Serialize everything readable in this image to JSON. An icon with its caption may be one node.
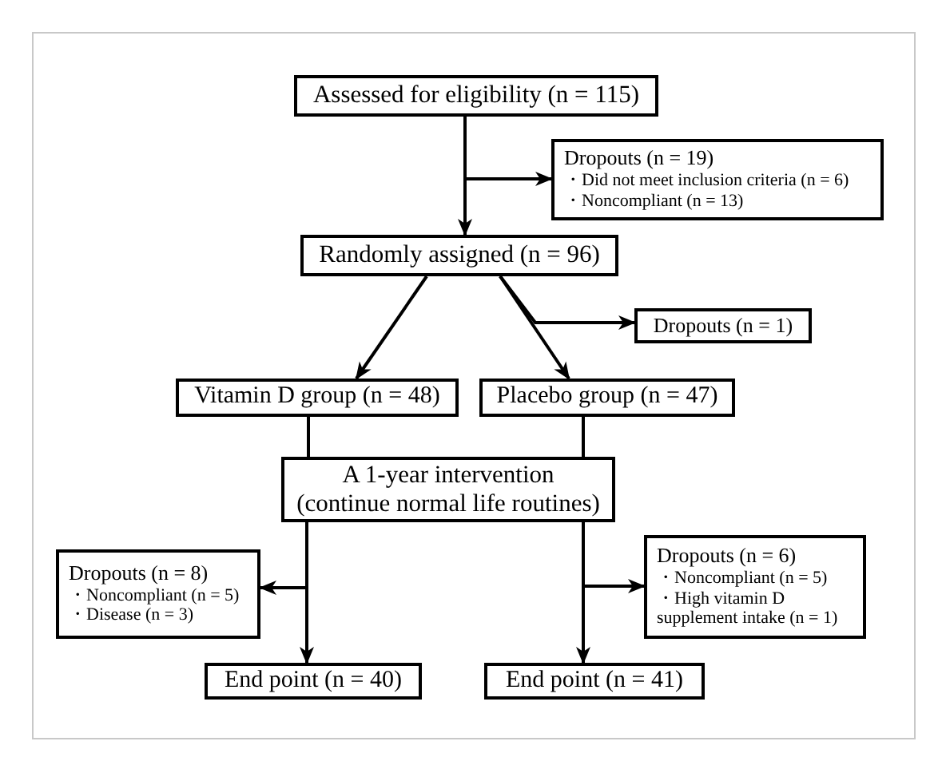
{
  "diagram": {
    "nodes": [
      {
        "text": [
          "Assessed for eligibility (n = 115)"
        ]
      },
      {
        "text": [
          "Dropouts (n = 19)",
          "・Did not meet inclusion criteria (n = 6)",
          "・Noncompliant (n = 13)"
        ]
      },
      {
        "text": [
          "Randomly assigned (n = 96)"
        ]
      },
      {
        "text": [
          "Dropouts (n = 1)"
        ]
      },
      {
        "text": [
          "Vitamin D group (n = 48)"
        ]
      },
      {
        "text": [
          "Placebo group (n = 47)"
        ]
      },
      {
        "text": [
          "A 1-year intervention (continue normal life routines)"
        ]
      },
      {
        "text": [
          "Dropouts (n = 8)",
          "・Noncompliant (n = 5)",
          "・Disease (n = 3)"
        ]
      },
      {
        "text": [
          "Dropouts (n = 6)",
          "・Noncompliant (n = 5)",
          "・High vitamin D supplement intake (n = 1)"
        ]
      },
      {
        "text": [
          "End point (n = 40)"
        ]
      },
      {
        "text": [
          "End point (n = 41)"
        ]
      }
    ],
    "edges": [
      {
        "from": 0,
        "to": 2,
        "arrow": "to"
      },
      {
        "from": 0,
        "to": 1,
        "arrow": "to"
      },
      {
        "from": 2,
        "to": 4,
        "arrow": "to"
      },
      {
        "from": 2,
        "to": 5,
        "arrow": "to"
      },
      {
        "from": 2,
        "to": 3,
        "arrow": "to"
      },
      {
        "from": 4,
        "to": 6,
        "arrow": "none"
      },
      {
        "from": 5,
        "to": 6,
        "arrow": "none"
      },
      {
        "from": 6,
        "to": 7,
        "arrow": "to"
      },
      {
        "from": 6,
        "to": 9,
        "arrow": "to"
      },
      {
        "from": 6,
        "to": 8,
        "arrow": "to"
      },
      {
        "from": 6,
        "to": 10,
        "arrow": "to"
      }
    ]
  }
}
